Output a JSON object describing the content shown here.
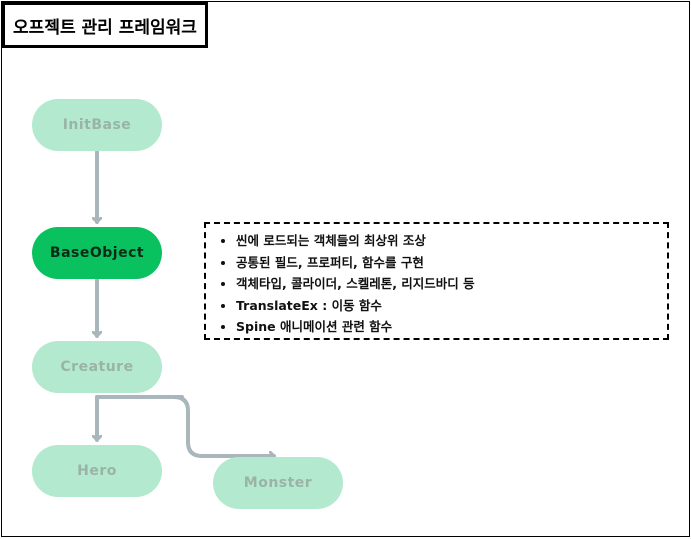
{
  "title": "오프젝트 관리 프레임워크",
  "nodes": {
    "initbase": "InitBase",
    "baseobject": "BaseObject",
    "creature": "Creature",
    "hero": "Hero",
    "monster": "Monster"
  },
  "active_node": "BaseObject",
  "note_items": [
    "씬에 로드되는 객체들의 최상위 조상",
    "공통된 필드, 프로퍼티, 함수를 구현",
    "객체타입, 콜라이더, 스켈레톤, 리지드바디 등",
    "TranslateEx : 이동 함수",
    "Spine 애니메이션 관련 함수"
  ],
  "colors": {
    "node_fill": "#b3eacf",
    "node_active": "#0ac160",
    "connector": "#a9b6bc"
  }
}
